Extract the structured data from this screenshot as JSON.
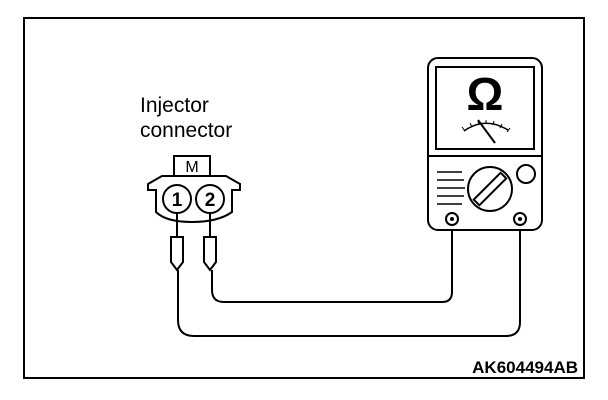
{
  "connector": {
    "label_line1": "Injector",
    "label_line2": "connector",
    "key_mark": "M",
    "pin1": "1",
    "pin2": "2"
  },
  "meter": {
    "unit_symbol": "Ω"
  },
  "figure_code": "AK604494AB"
}
